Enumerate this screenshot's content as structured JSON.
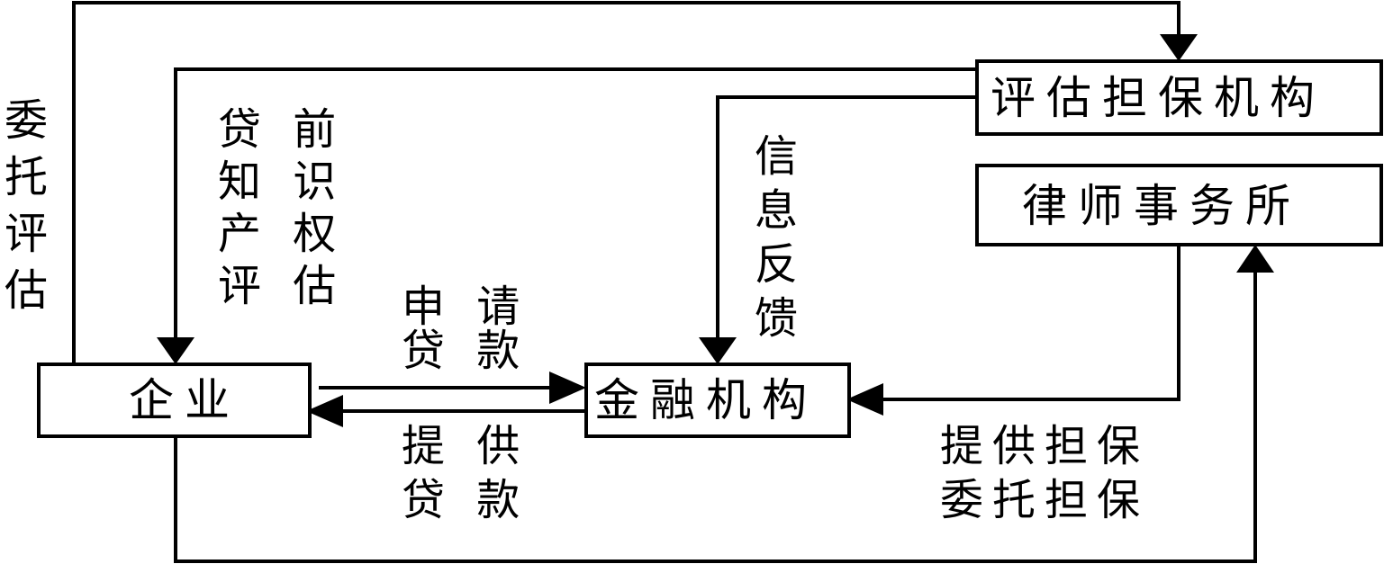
{
  "nodes": {
    "enterprise": "企业",
    "financial": "金融机构",
    "evaluation": "评估担保机构",
    "law_firm": "律师事务所"
  },
  "edges": {
    "entrust_eval": [
      "委",
      "托",
      "评",
      "估"
    ],
    "pre_loan_ip_eval": [
      "贷 前",
      "知 识",
      "产 权",
      "评 估"
    ],
    "info_feedback": [
      "信",
      "息",
      "反",
      "馈"
    ],
    "apply_loan": [
      "申 请",
      "贷 款"
    ],
    "provide_loan": [
      "提 供",
      "贷 款"
    ],
    "guarantee": [
      "提供担保",
      "委托担保"
    ]
  }
}
